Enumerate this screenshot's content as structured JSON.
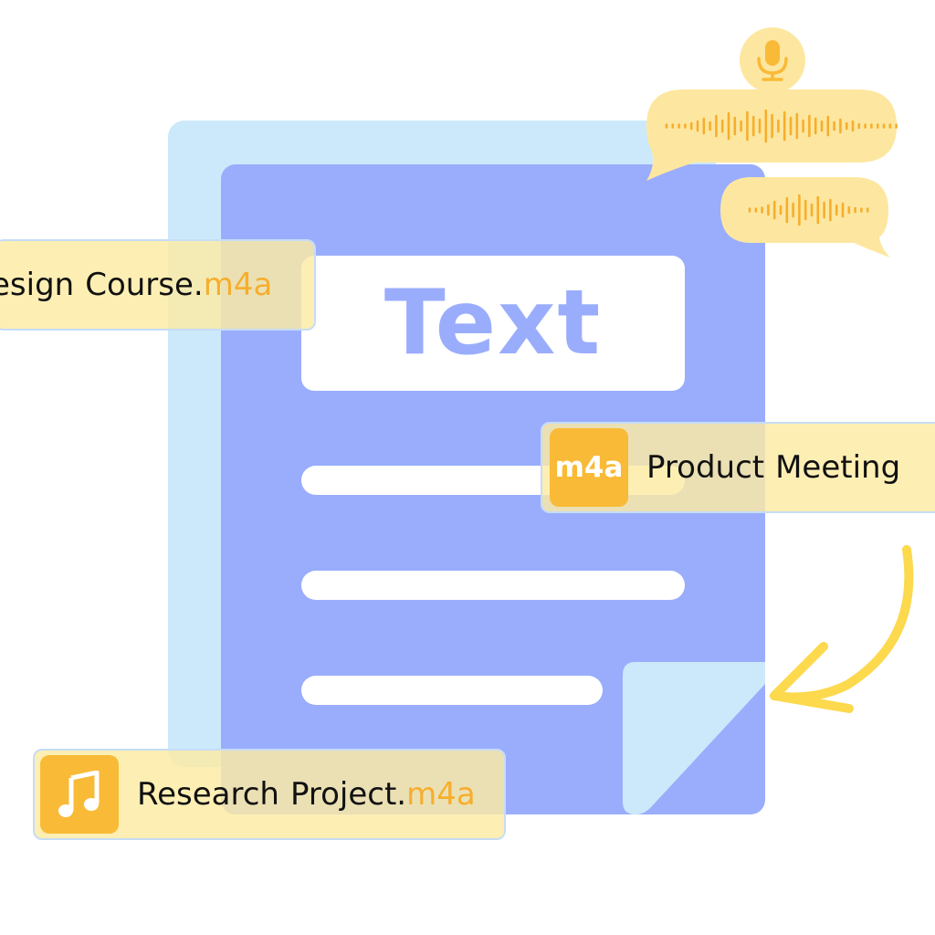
{
  "document": {
    "title": "Text"
  },
  "files": [
    {
      "name_words": [
        "esign",
        "Course."
      ],
      "extension": "m4a"
    },
    {
      "badge": "m4a",
      "name_words": [
        "Product",
        "Meeting"
      ]
    },
    {
      "icon": "music-note-icon",
      "name_words": [
        "Research",
        "Project."
      ],
      "extension": "m4a"
    }
  ],
  "icons": {
    "microphone": "microphone-icon",
    "waveform": "audio-waveform-icon",
    "arrow": "curved-arrow-icon"
  },
  "colors": {
    "doc_back": "#cce9fb",
    "doc_front": "#9aadfc",
    "chip_fill": "#fdeba3",
    "accent_orange": "#f9ba37",
    "wave_orange": "#f6ae2d",
    "arrow_yellow": "#fcd94d"
  }
}
